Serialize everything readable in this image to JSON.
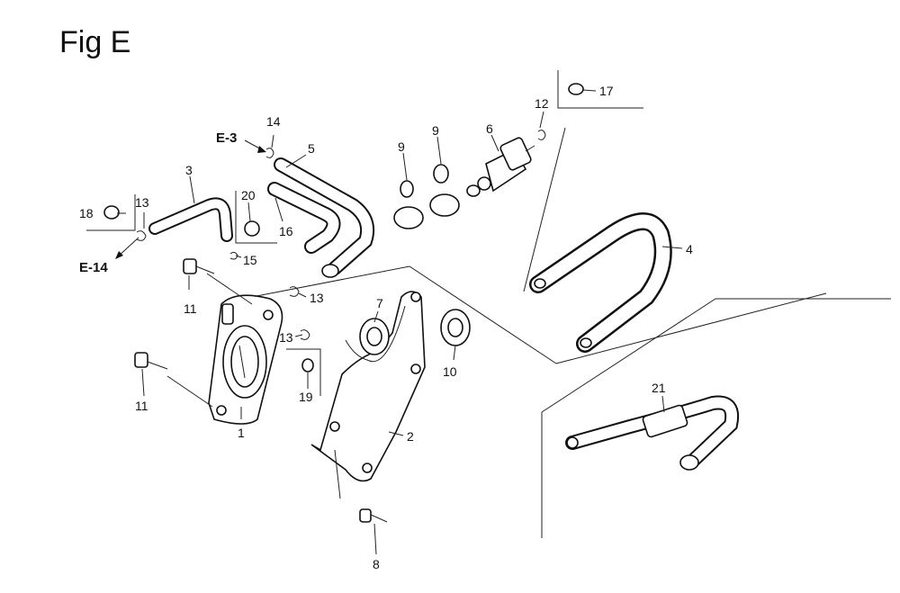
{
  "title": "Fig E",
  "refs": {
    "e3": "E-3",
    "e14": "E-14"
  },
  "callouts": {
    "p1": "1",
    "p2": "2",
    "p3": "3",
    "p4": "4",
    "p5": "5",
    "p6": "6",
    "p7": "7",
    "p8": "8",
    "p9a": "9",
    "p9b": "9",
    "p10": "10",
    "p11a": "11",
    "p11b": "11",
    "p12": "12",
    "p13a": "13",
    "p13b": "13",
    "p13c": "13",
    "p14": "14",
    "p15": "15",
    "p16": "16",
    "p17": "17",
    "p18": "18",
    "p19": "19",
    "p20": "20",
    "p21": "21"
  }
}
